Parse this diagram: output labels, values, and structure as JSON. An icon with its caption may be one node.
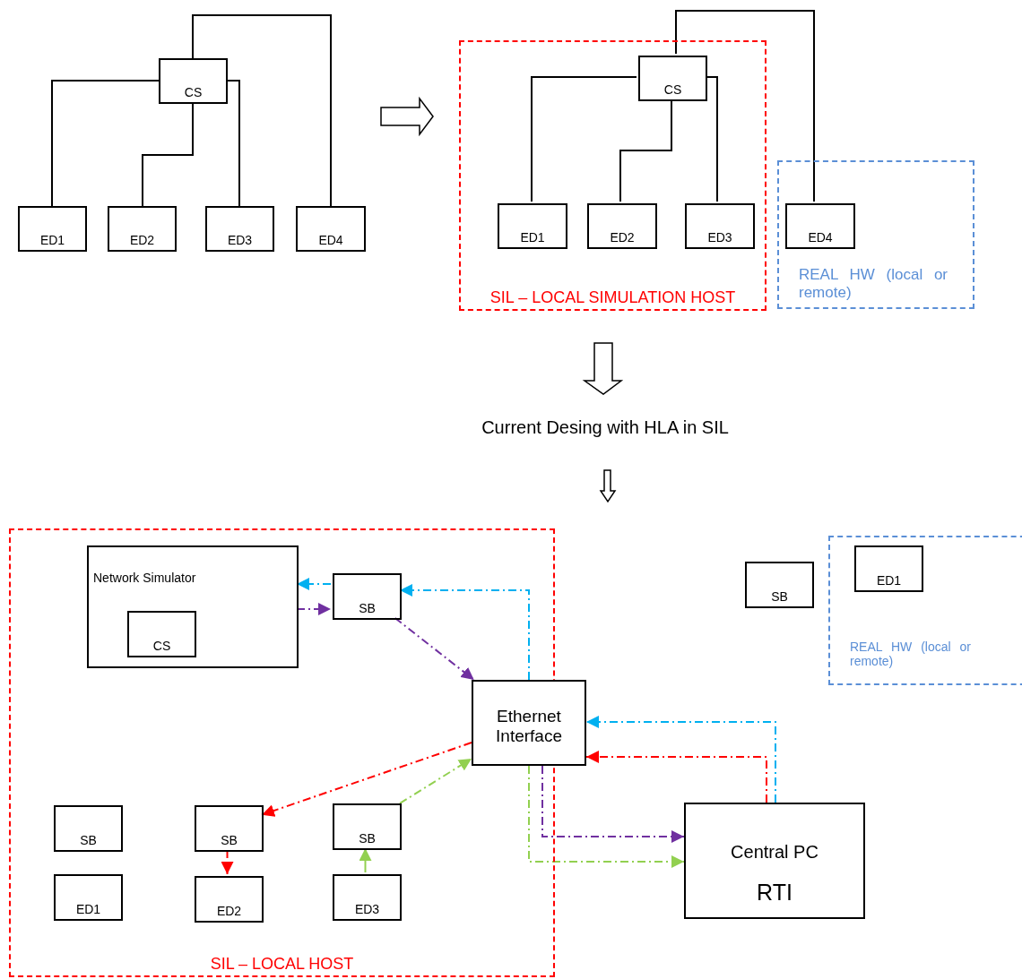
{
  "diagram": {
    "nodes": [
      {
        "text": [
          "CS"
        ]
      },
      {
        "text": [
          "ED1"
        ]
      },
      {
        "text": [
          "ED2"
        ]
      },
      {
        "text": [
          "ED3"
        ]
      },
      {
        "text": [
          "ED4"
        ]
      },
      {
        "text": [
          "SIL – LOCAL SIMULATION HOST"
        ]
      },
      {
        "text": [
          "REAL HW (local or remote)"
        ]
      },
      {
        "text": [
          "CS"
        ],
        "in": 5
      },
      {
        "text": [
          "ED1"
        ],
        "in": 5
      },
      {
        "text": [
          "ED2"
        ],
        "in": 5
      },
      {
        "text": [
          "ED3"
        ],
        "in": 5
      },
      {
        "text": [
          "ED4"
        ],
        "in": 6
      },
      {
        "text": [
          "SIL – LOCAL HOST"
        ]
      },
      {
        "text": [
          "Network Simulator"
        ],
        "in": 12
      },
      {
        "text": [
          "CS"
        ],
        "in": 13
      },
      {
        "text": [
          "SB"
        ],
        "in": 12
      },
      {
        "text": [
          "Ethernet Interface"
        ]
      },
      {
        "text": [
          "SB"
        ],
        "in": 12
      },
      {
        "text": [
          "SB"
        ],
        "in": 12
      },
      {
        "text": [
          "SB"
        ],
        "in": 12
      },
      {
        "text": [
          "ED1"
        ],
        "in": 12
      },
      {
        "text": [
          "ED2"
        ],
        "in": 12
      },
      {
        "text": [
          "ED3"
        ],
        "in": 12
      },
      {
        "text": [
          "REAL HW (local or remote)"
        ]
      },
      {
        "text": [
          "SB"
        ]
      },
      {
        "text": [
          "ED1"
        ],
        "in": 23
      },
      {
        "text": [
          "Central PC",
          "RTI"
        ]
      }
    ],
    "edges": [
      {
        "from": 0,
        "to": 1,
        "arrow": "none"
      },
      {
        "from": 0,
        "to": 2,
        "arrow": "none"
      },
      {
        "from": 0,
        "to": 3,
        "arrow": "none"
      },
      {
        "from": 0,
        "to": 4,
        "arrow": "none"
      },
      {
        "from": 7,
        "to": 8,
        "arrow": "none"
      },
      {
        "from": 7,
        "to": 9,
        "arrow": "none"
      },
      {
        "from": 7,
        "to": 10,
        "arrow": "none"
      },
      {
        "from": 7,
        "to": 11,
        "arrow": "none"
      },
      {
        "from": 15,
        "to": 13,
        "arrow": "to",
        "style": "dashed",
        "color": "#00b0f0"
      },
      {
        "from": 13,
        "to": 15,
        "arrow": "to",
        "style": "dashed",
        "color": "#7030a0"
      },
      {
        "from": 15,
        "to": 16,
        "arrow": "to",
        "style": "dashed",
        "color": "#7030a0"
      },
      {
        "from": 16,
        "to": 15,
        "arrow": "to",
        "style": "dashed",
        "color": "#00b0f0"
      },
      {
        "from": 16,
        "to": 18,
        "arrow": "to",
        "style": "dashed",
        "color": "#ff0000"
      },
      {
        "from": 19,
        "to": 16,
        "arrow": "to",
        "style": "dashed",
        "color": "#92d050"
      },
      {
        "from": 18,
        "to": 21,
        "arrow": "to",
        "style": "dashed",
        "color": "#ff0000"
      },
      {
        "from": 22,
        "to": 19,
        "arrow": "to",
        "color": "#92d050"
      },
      {
        "from": 26,
        "to": 16,
        "arrow": "to",
        "style": "dashed",
        "color": "#00b0f0"
      },
      {
        "from": 26,
        "to": 16,
        "arrow": "to",
        "style": "dashed",
        "color": "#ff0000"
      },
      {
        "from": 16,
        "to": 26,
        "arrow": "to",
        "style": "dashed",
        "color": "#7030a0"
      },
      {
        "from": 16,
        "to": 26,
        "arrow": "to",
        "style": "dashed",
        "color": "#92d050"
      }
    ],
    "labels": [
      "Current Desing with HLA in SIL"
    ]
  }
}
